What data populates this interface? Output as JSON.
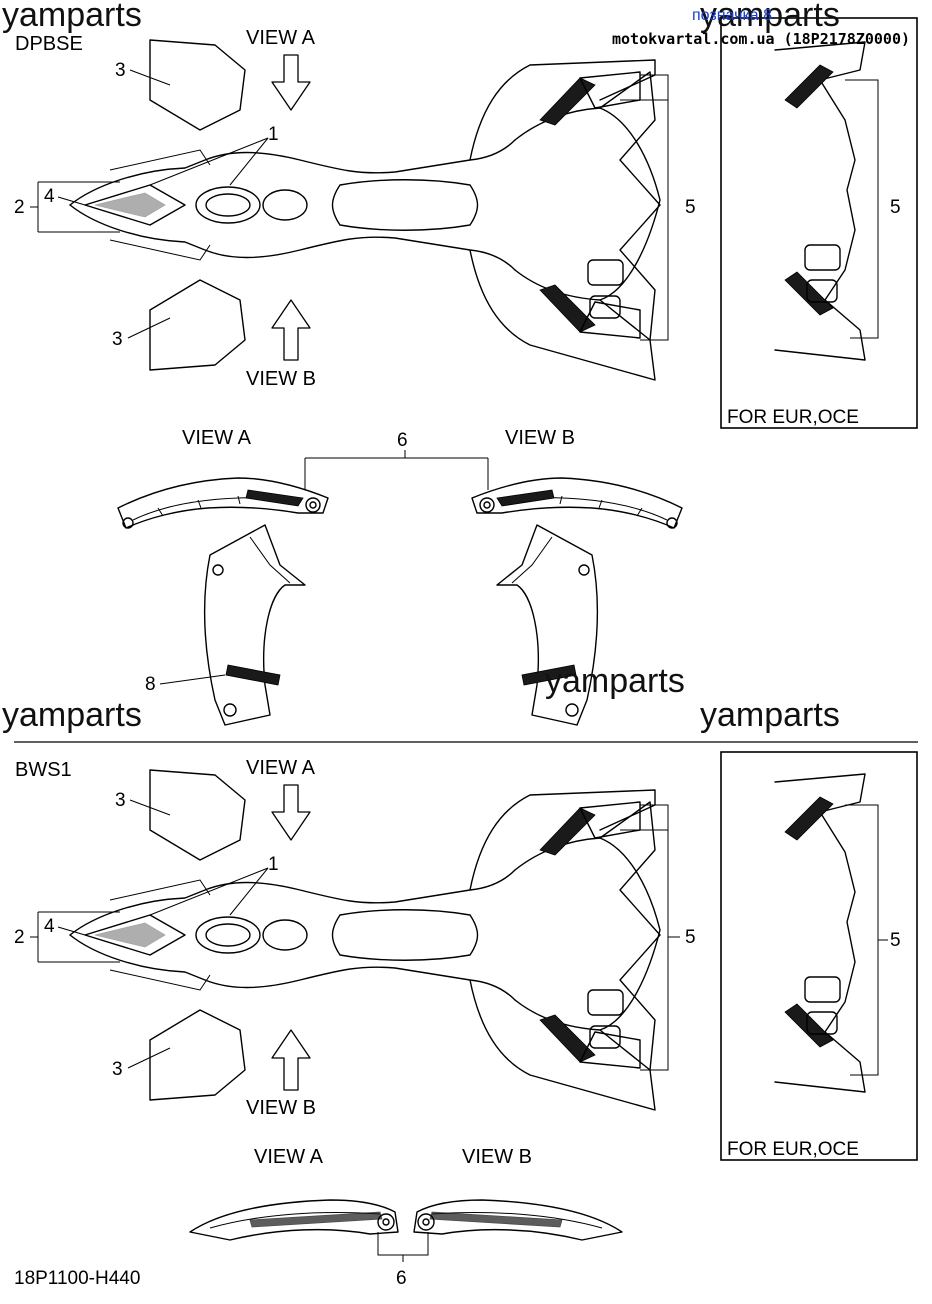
{
  "watermark": "yamparts",
  "stamp": {
    "site": "motokvartal.com.ua (18P2178Z0000)",
    "note": "позначка 8"
  },
  "sections": [
    {
      "code": "DPBSE",
      "view_a": "VIEW A",
      "view_b": "VIEW B",
      "callouts": {
        "c1": "1",
        "c2": "2",
        "c3a": "3",
        "c3b": "3",
        "c4": "4",
        "c5": "5",
        "c6": "6",
        "c8": "8"
      },
      "inset_number": "5",
      "inset_caption": "FOR EUR,OCE",
      "lower_view_a": "VIEW A",
      "lower_view_b": "VIEW B"
    },
    {
      "code": "BWS1",
      "view_a": "VIEW A",
      "view_b": "VIEW B",
      "callouts": {
        "c1": "1",
        "c2": "2",
        "c3a": "3",
        "c3b": "3",
        "c4": "4",
        "c5": "5",
        "c6": "6"
      },
      "inset_number": "5",
      "inset_caption": "FOR EUR,OCE",
      "lower_view_a": "VIEW A",
      "lower_view_b": "VIEW B"
    }
  ],
  "part_code": "18P1100-H440"
}
